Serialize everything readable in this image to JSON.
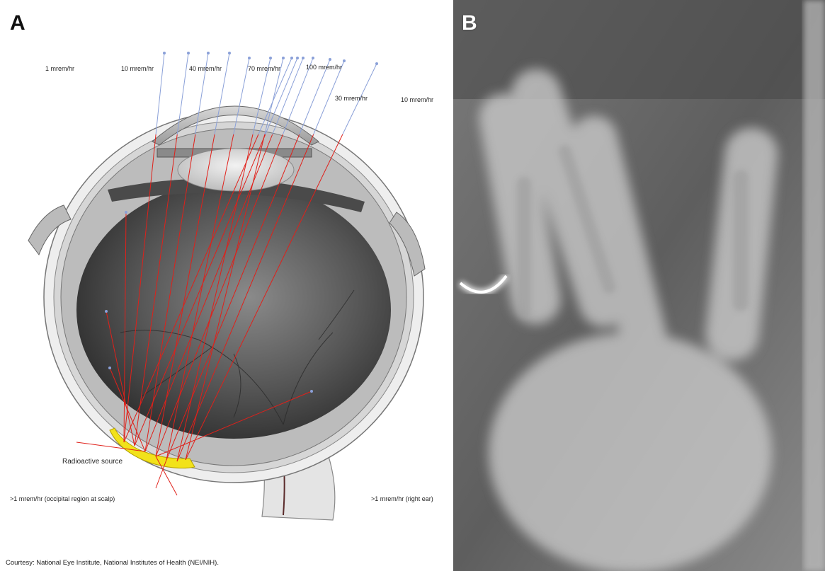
{
  "panel_a": {
    "letter": "A",
    "dose_labels_top": [
      "1 mrem/hr",
      "10 mrem/hr",
      "40 mrem/hr",
      "70 mrem/hr",
      "100 mrem/hr",
      "30 mrem/hr",
      "10 mrem/hr"
    ],
    "source_label": "Radioactive source",
    "bottom_left_label": ">1 mrem/hr (occipital region at scalp)",
    "bottom_right_label": ">1 mrem/hr (right ear)",
    "credit": "Courtesy: National Eye Institute, National Institutes of Health (NEI/NIH).",
    "colors": {
      "ray": "#e0201a",
      "arrow_tip": "#8aa0d8",
      "source": "#f2e21a"
    }
  },
  "panel_b": {
    "letter": "B"
  }
}
